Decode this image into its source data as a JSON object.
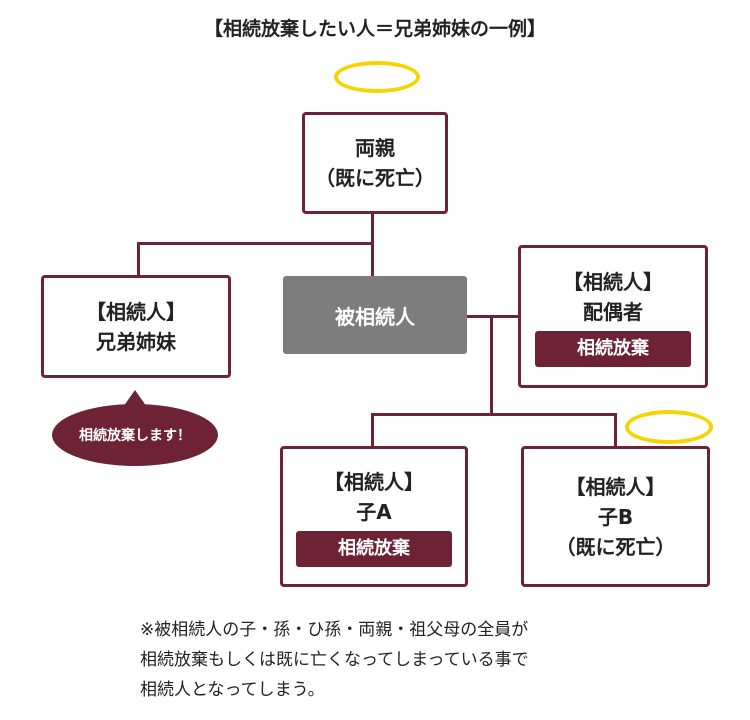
{
  "title": "【相続放棄したい人＝兄弟姉妹の一例】",
  "parents": {
    "line1": "両親",
    "line2": "（既に死亡）"
  },
  "decedent": {
    "label": "被相続人"
  },
  "siblings": {
    "line1": "【相続人】",
    "line2": "兄弟姉妹"
  },
  "spouse": {
    "line1": "【相続人】",
    "line2": "配偶者",
    "badge": "相続放棄"
  },
  "child_a": {
    "line1": "【相続人】",
    "line2": "子A",
    "badge": "相続放棄"
  },
  "child_b": {
    "line1": "【相続人】",
    "line2": "子B",
    "line3": "（既に死亡）"
  },
  "bubble": {
    "text": "相続放棄します！"
  },
  "note": {
    "line1": "※被相続人の子・孫・ひ孫・両親・祖父母の全員が",
    "line2": "相続放棄もしくは既に亡くなってしまっている事で",
    "line3": "相続人となってしまう。"
  },
  "colors": {
    "accent": "#6e2235",
    "decedent": "#7d7d7d",
    "halo": "#f5d400"
  }
}
